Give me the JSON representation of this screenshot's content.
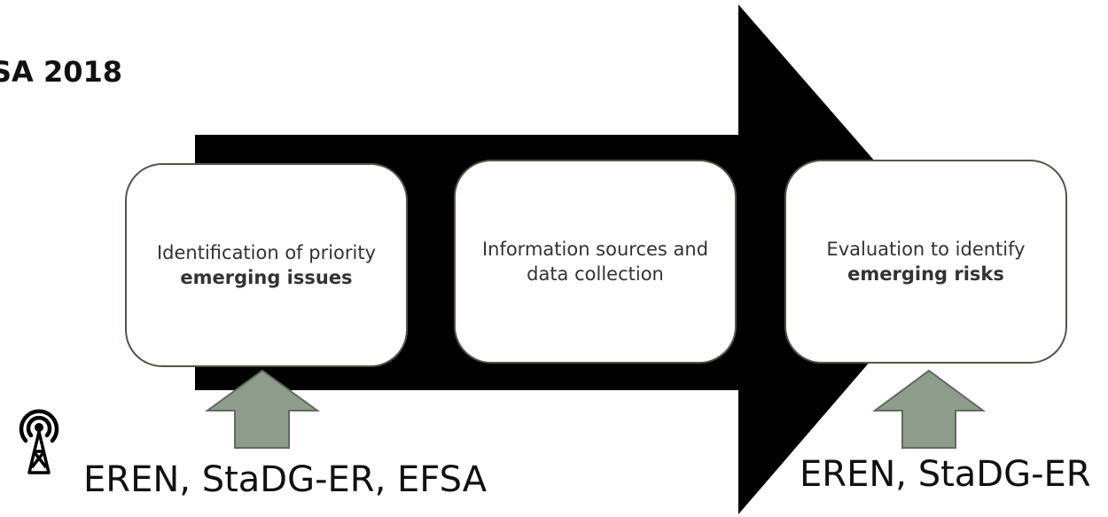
{
  "title": "SA 2018",
  "process": {
    "steps": [
      {
        "pre": "Identification of priority ",
        "bold": "emerging issues",
        "post": ""
      },
      {
        "pre": "Information sources and data collection",
        "bold": "",
        "post": ""
      },
      {
        "pre": "Evaluation to identify ",
        "bold": "emerging risks",
        "post": ""
      }
    ]
  },
  "inputs": {
    "left_label": "EREN, StaDG-ER, EFSA",
    "right_label": "EREN, StaDG-ER"
  },
  "colors": {
    "main_arrow": "#000000",
    "input_arrow_fill": "#8e9c8c",
    "input_arrow_stroke": "#5f6b5e",
    "box_border": "#5b5246"
  },
  "icons": {
    "antenna": "antenna-icon"
  }
}
